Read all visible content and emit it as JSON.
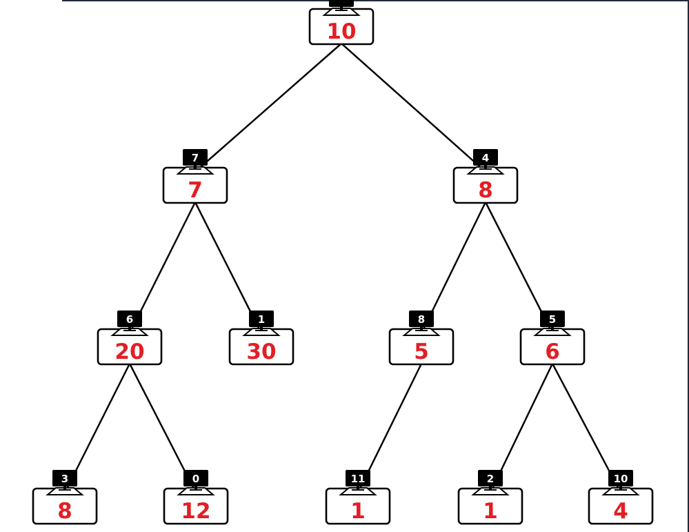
{
  "colors": {
    "value": "#e31e24",
    "outline": "#000000",
    "monitor_text": "#ffffff"
  },
  "tree": {
    "nodes": [
      {
        "id": "n0",
        "monitor": "",
        "value": "10"
      },
      {
        "id": "n1",
        "monitor": "7",
        "value": "7"
      },
      {
        "id": "n2",
        "monitor": "4",
        "value": "8"
      },
      {
        "id": "n3",
        "monitor": "6",
        "value": "20"
      },
      {
        "id": "n4",
        "monitor": "1",
        "value": "30"
      },
      {
        "id": "n5",
        "monitor": "8",
        "value": "5"
      },
      {
        "id": "n6",
        "monitor": "5",
        "value": "6"
      },
      {
        "id": "n7",
        "monitor": "3",
        "value": "8"
      },
      {
        "id": "n8",
        "monitor": "0",
        "value": "12"
      },
      {
        "id": "n9",
        "monitor": "11",
        "value": "1"
      },
      {
        "id": "n10",
        "monitor": "2",
        "value": "1"
      },
      {
        "id": "n11",
        "monitor": "10",
        "value": "4"
      }
    ],
    "edges": [
      [
        "n0",
        "n1"
      ],
      [
        "n0",
        "n2"
      ],
      [
        "n1",
        "n3"
      ],
      [
        "n1",
        "n4"
      ],
      [
        "n2",
        "n5"
      ],
      [
        "n2",
        "n6"
      ],
      [
        "n3",
        "n7"
      ],
      [
        "n3",
        "n8"
      ],
      [
        "n5",
        "n9"
      ],
      [
        "n6",
        "n10"
      ],
      [
        "n6",
        "n11"
      ]
    ]
  }
}
